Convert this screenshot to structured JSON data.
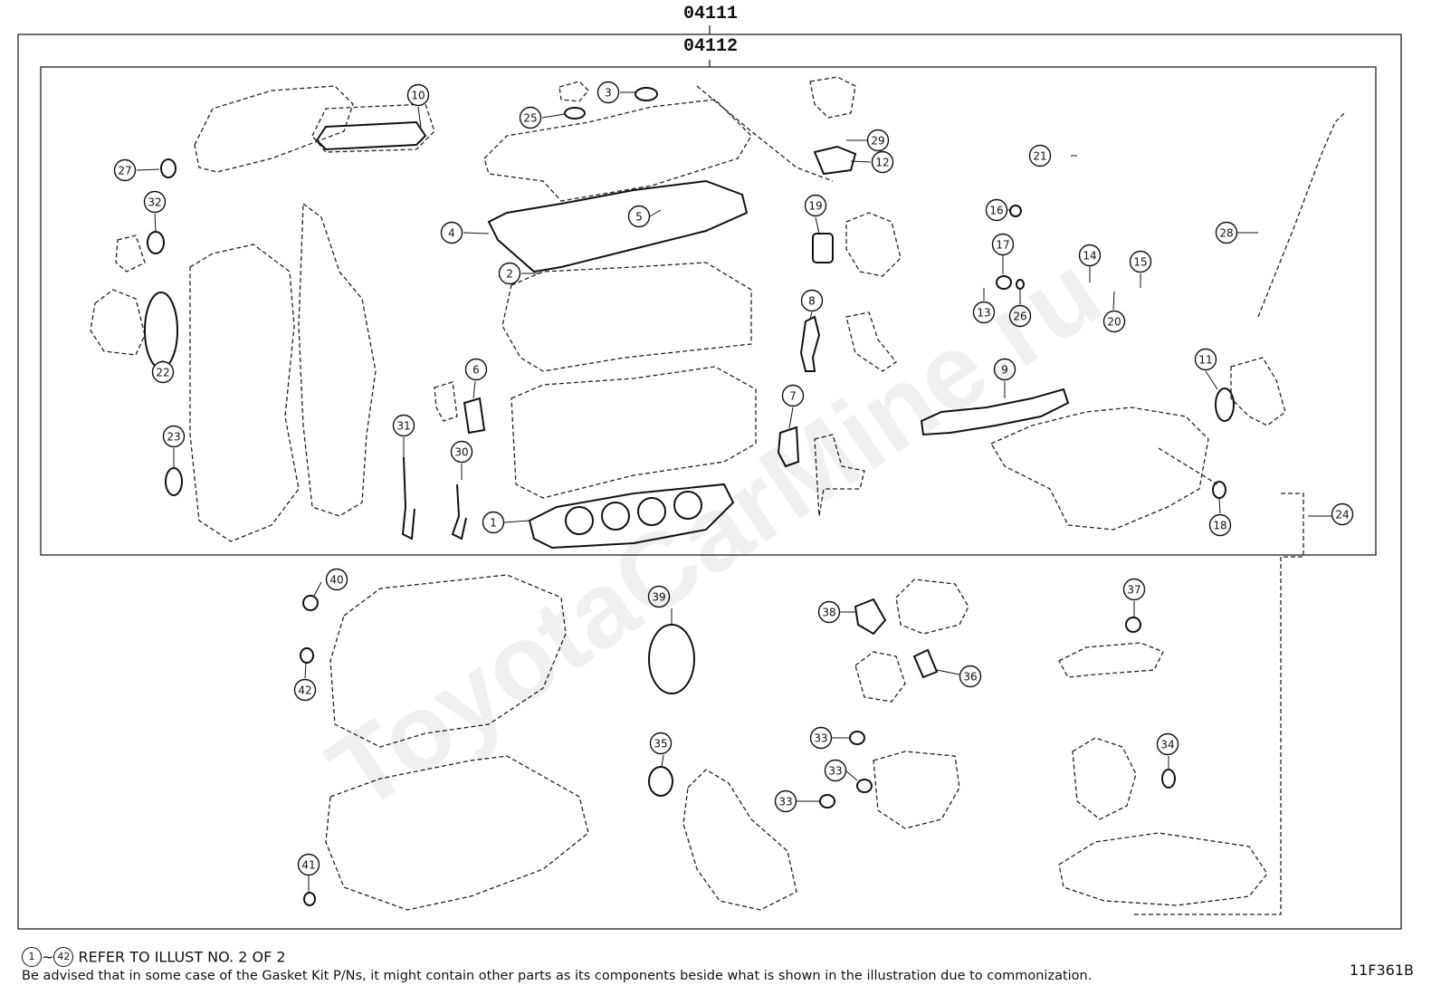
{
  "header": {
    "kit_number": "04111",
    "subkit_number": "04112"
  },
  "watermark": "ToyotaCarMine.ru",
  "callouts": [
    "1",
    "2",
    "3",
    "4",
    "5",
    "6",
    "7",
    "8",
    "9",
    "10",
    "11",
    "12",
    "13",
    "14",
    "15",
    "16",
    "17",
    "18",
    "19",
    "20",
    "21",
    "22",
    "23",
    "24",
    "25",
    "26",
    "27",
    "28",
    "29",
    "30",
    "31",
    "32",
    "33",
    "33",
    "33",
    "34",
    "35",
    "36",
    "37",
    "38",
    "39",
    "40",
    "41",
    "42"
  ],
  "footer": {
    "ref_start": "1",
    "ref_tilde": "~",
    "ref_end": "42",
    "ref_text": "REFER TO ILLUST NO. 2 OF 2",
    "advisory": "Be advised that in some case of the Gasket Kit P/Ns,  it might contain other parts as its components beside what is shown in the illustration due to commonization.",
    "illustration_code": "11F361B"
  },
  "colors": {
    "line": "#111111",
    "background": "#ffffff"
  }
}
